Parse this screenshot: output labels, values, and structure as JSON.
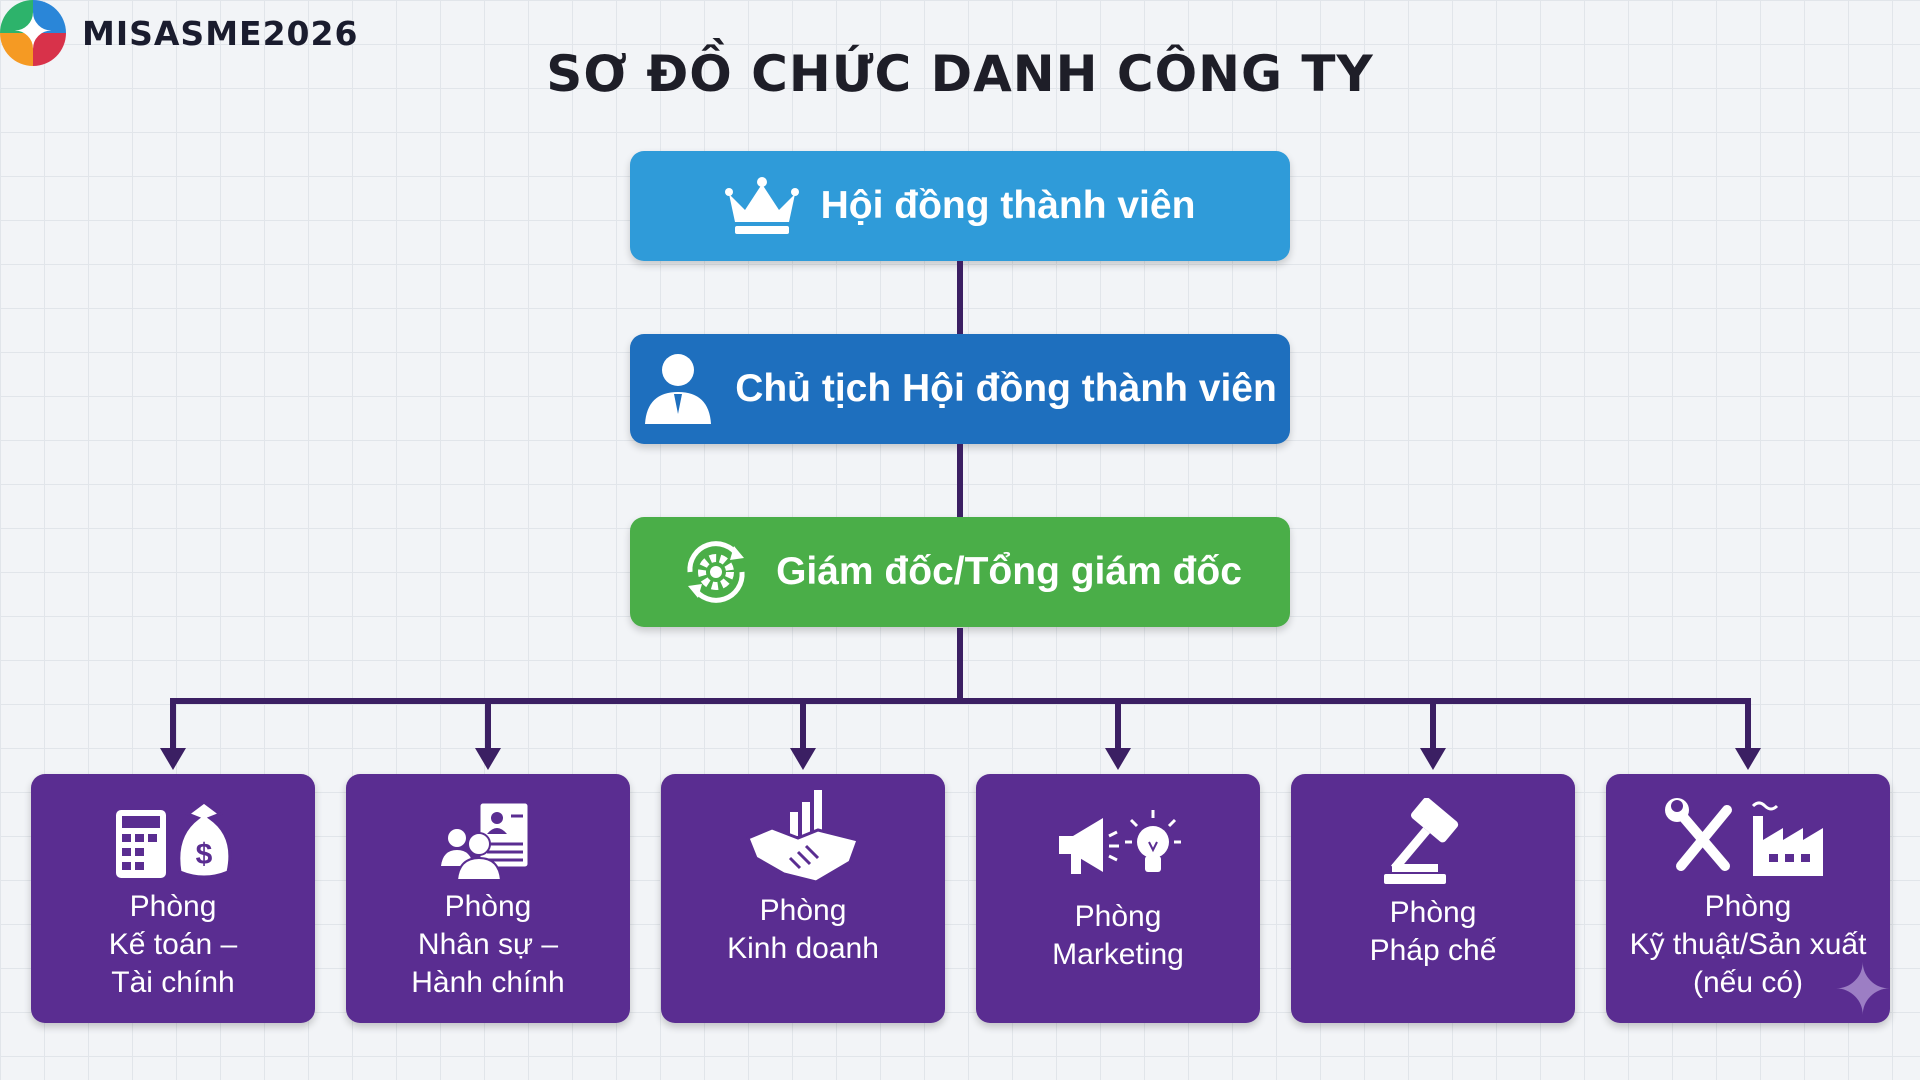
{
  "logo": {
    "text": "MISASME2026"
  },
  "title": "SƠ ĐỒ CHỨC DANH CÔNG TY",
  "levels": [
    {
      "label": "Hội đồng thành viên",
      "icon": "crown-icon",
      "color": "#2f9bd9"
    },
    {
      "label": "Chủ tịch Hội đồng thành viên",
      "icon": "person-icon",
      "color": "#1e6fbe"
    },
    {
      "label": "Giám đốc/Tổng giám đốc",
      "icon": "gear-cycle-icon",
      "color": "#4aae48"
    }
  ],
  "departments": [
    {
      "lines": [
        "Phòng",
        "Kế toán –",
        "Tài chính"
      ],
      "icon": "calculator-moneybag-icon"
    },
    {
      "lines": [
        "Phòng",
        "Nhân sự –",
        "Hành chính"
      ],
      "icon": "people-document-icon"
    },
    {
      "lines": [
        "Phòng",
        "Kinh doanh"
      ],
      "icon": "handshake-chart-icon"
    },
    {
      "lines": [
        "Phòng",
        "Marketing"
      ],
      "icon": "megaphone-lightbulb-icon"
    },
    {
      "lines": [
        "Phòng",
        "Pháp chế"
      ],
      "icon": "gavel-icon"
    },
    {
      "lines": [
        "Phòng",
        "Kỹ thuật/Sản xuất",
        "(nếu có)"
      ],
      "icon": "tools-factory-icon"
    }
  ],
  "colors": {
    "department": "#5a2d91",
    "connector": "#3b1f63"
  }
}
